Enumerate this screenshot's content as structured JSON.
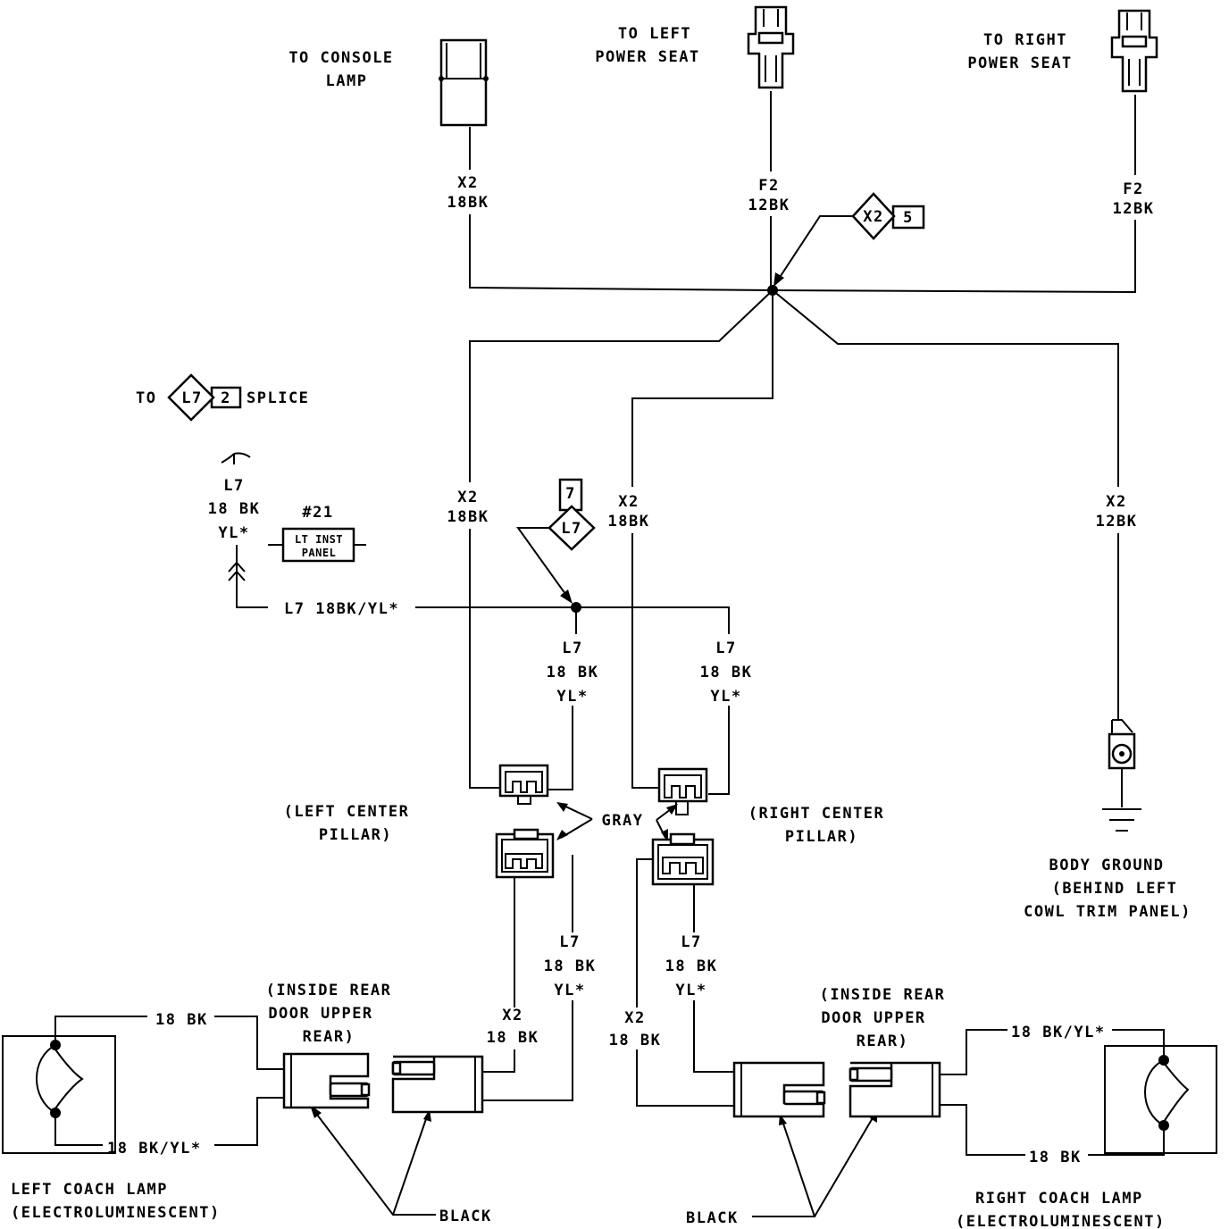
{
  "connectors": {
    "console_lamp": [
      "TO CONSOLE",
      "LAMP"
    ],
    "left_power_seat": [
      "TO LEFT",
      "POWER SEAT"
    ],
    "right_power_seat": [
      "TO RIGHT",
      "POWER SEAT"
    ]
  },
  "wires": {
    "console_top": [
      "X2",
      "18BK"
    ],
    "left_seat": [
      "F2",
      "12BK"
    ],
    "right_seat": [
      "F2",
      "12BK"
    ],
    "left_pillar_x2": [
      "X2",
      "18BK"
    ],
    "right_pillar_x2": [
      "X2",
      "18BK"
    ],
    "ground_wire": [
      "X2",
      "12BK"
    ],
    "l7_left_feed": [
      "L7",
      "18 BK",
      "YL*"
    ],
    "l7_horizontal": "L7 18BK/YL*",
    "l7_center_left": [
      "L7",
      "18 BK",
      "YL*"
    ],
    "l7_center_right": [
      "L7",
      "18 BK",
      "YL*"
    ],
    "l7_lower_left": [
      "L7",
      "18 BK",
      "YL*"
    ],
    "l7_lower_right": [
      "L7",
      "18 BK",
      "YL*"
    ],
    "x2_lower_left": [
      "X2",
      "18 BK"
    ],
    "x2_lower_right": [
      "X2",
      "18 BK"
    ],
    "left_lamp_top": "18 BK",
    "left_lamp_bottom": "18 BK/YL*",
    "right_lamp_top": "18 BK/YL*",
    "right_lamp_bottom": "18 BK"
  },
  "splices": {
    "x2_splice": {
      "code": "X2",
      "num": "5"
    },
    "l7_splice": {
      "code": "L7",
      "num": "7"
    },
    "to_l7_splice": {
      "prefix": "TO",
      "code": "L7",
      "num": "2",
      "suffix": "SPLICE"
    }
  },
  "labels": {
    "fuse_ref": "#21",
    "fuse_box": [
      "LT INST",
      "PANEL"
    ],
    "left_center_pillar": [
      "(LEFT CENTER",
      "PILLAR)"
    ],
    "right_center_pillar": [
      "(RIGHT CENTER",
      "PILLAR)"
    ],
    "gray": "GRAY",
    "left_inside_rear": [
      "(INSIDE REAR",
      "DOOR UPPER",
      "REAR)"
    ],
    "right_inside_rear": [
      "(INSIDE REAR",
      "DOOR UPPER",
      "REAR)"
    ],
    "black_left": "BLACK",
    "black_right": "BLACK",
    "body_ground": [
      "BODY GROUND",
      "(BEHIND LEFT",
      "COWL TRIM PANEL)"
    ],
    "left_coach_lamp": [
      "LEFT COACH LAMP",
      "(ELECTROLUMINESCENT)"
    ],
    "right_coach_lamp": [
      "RIGHT COACH LAMP",
      "(ELECTROLUMINESCENT)"
    ]
  }
}
